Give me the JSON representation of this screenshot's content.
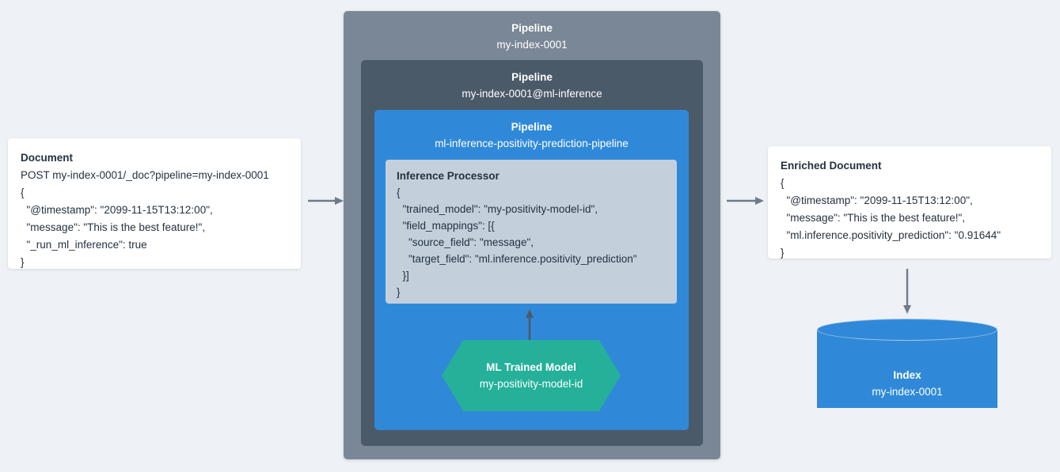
{
  "diagram": {
    "title": "Elasticsearch ML inference ingest pipeline flow",
    "background_color": "#eef1f5",
    "accent_colors": {
      "outer_pipeline": "#7a8796",
      "mid_pipeline": "#4b5a69",
      "inner_pipeline": "#3089d8",
      "processor_panel": "#c3d0dc",
      "ml_model": "#25b09a",
      "index": "#3089d8",
      "arrow": "#6d7c8c",
      "card": "#ffffff",
      "text": "#25313f"
    }
  },
  "source_document": {
    "title": "Document",
    "lines": [
      "POST my-index-0001/_doc?pipeline=my-index-0001",
      "{",
      "  \"@timestamp\": \"2099-11-15T13:12:00\",",
      "  \"message\": \"This is the best feature!\",",
      "  \"_run_ml_inference\": true",
      "}"
    ]
  },
  "pipelines": {
    "outer": {
      "label": "Pipeline",
      "name": "my-index-0001"
    },
    "middle": {
      "label": "Pipeline",
      "name": "my-index-0001@ml-inference"
    },
    "inner": {
      "label": "Pipeline",
      "name": "ml-inference-positivity-prediction-pipeline"
    }
  },
  "processor": {
    "title": "Inference Processor",
    "lines": [
      "{",
      "  \"trained_model\": \"my-positivity-model-id\",",
      "  \"field_mappings\": [{",
      "    \"source_field\": \"message\",",
      "    \"target_field\": \"ml.inference.positivity_prediction\"",
      "  }]",
      "}"
    ]
  },
  "ml_model": {
    "label": "ML Trained Model",
    "name": "my-positivity-model-id"
  },
  "enriched_document": {
    "title": "Enriched Document",
    "lines": [
      "{",
      "  \"@timestamp\": \"2099-11-15T13:12:00\",",
      "  \"message\": \"This is the best feature!\",",
      "  \"ml.inference.positivity_prediction\": \"0.91644\"",
      "}"
    ]
  },
  "index": {
    "label": "Index",
    "name": "my-index-0001"
  },
  "arrows": [
    {
      "id": "doc-to-pipeline",
      "direction": "right",
      "icon": "arrow-right-icon"
    },
    {
      "id": "pipeline-to-enriched",
      "direction": "right",
      "icon": "arrow-right-icon"
    },
    {
      "id": "model-to-processor",
      "direction": "up",
      "icon": "arrow-up-icon"
    },
    {
      "id": "enriched-to-index",
      "direction": "down",
      "icon": "arrow-down-icon"
    }
  ]
}
